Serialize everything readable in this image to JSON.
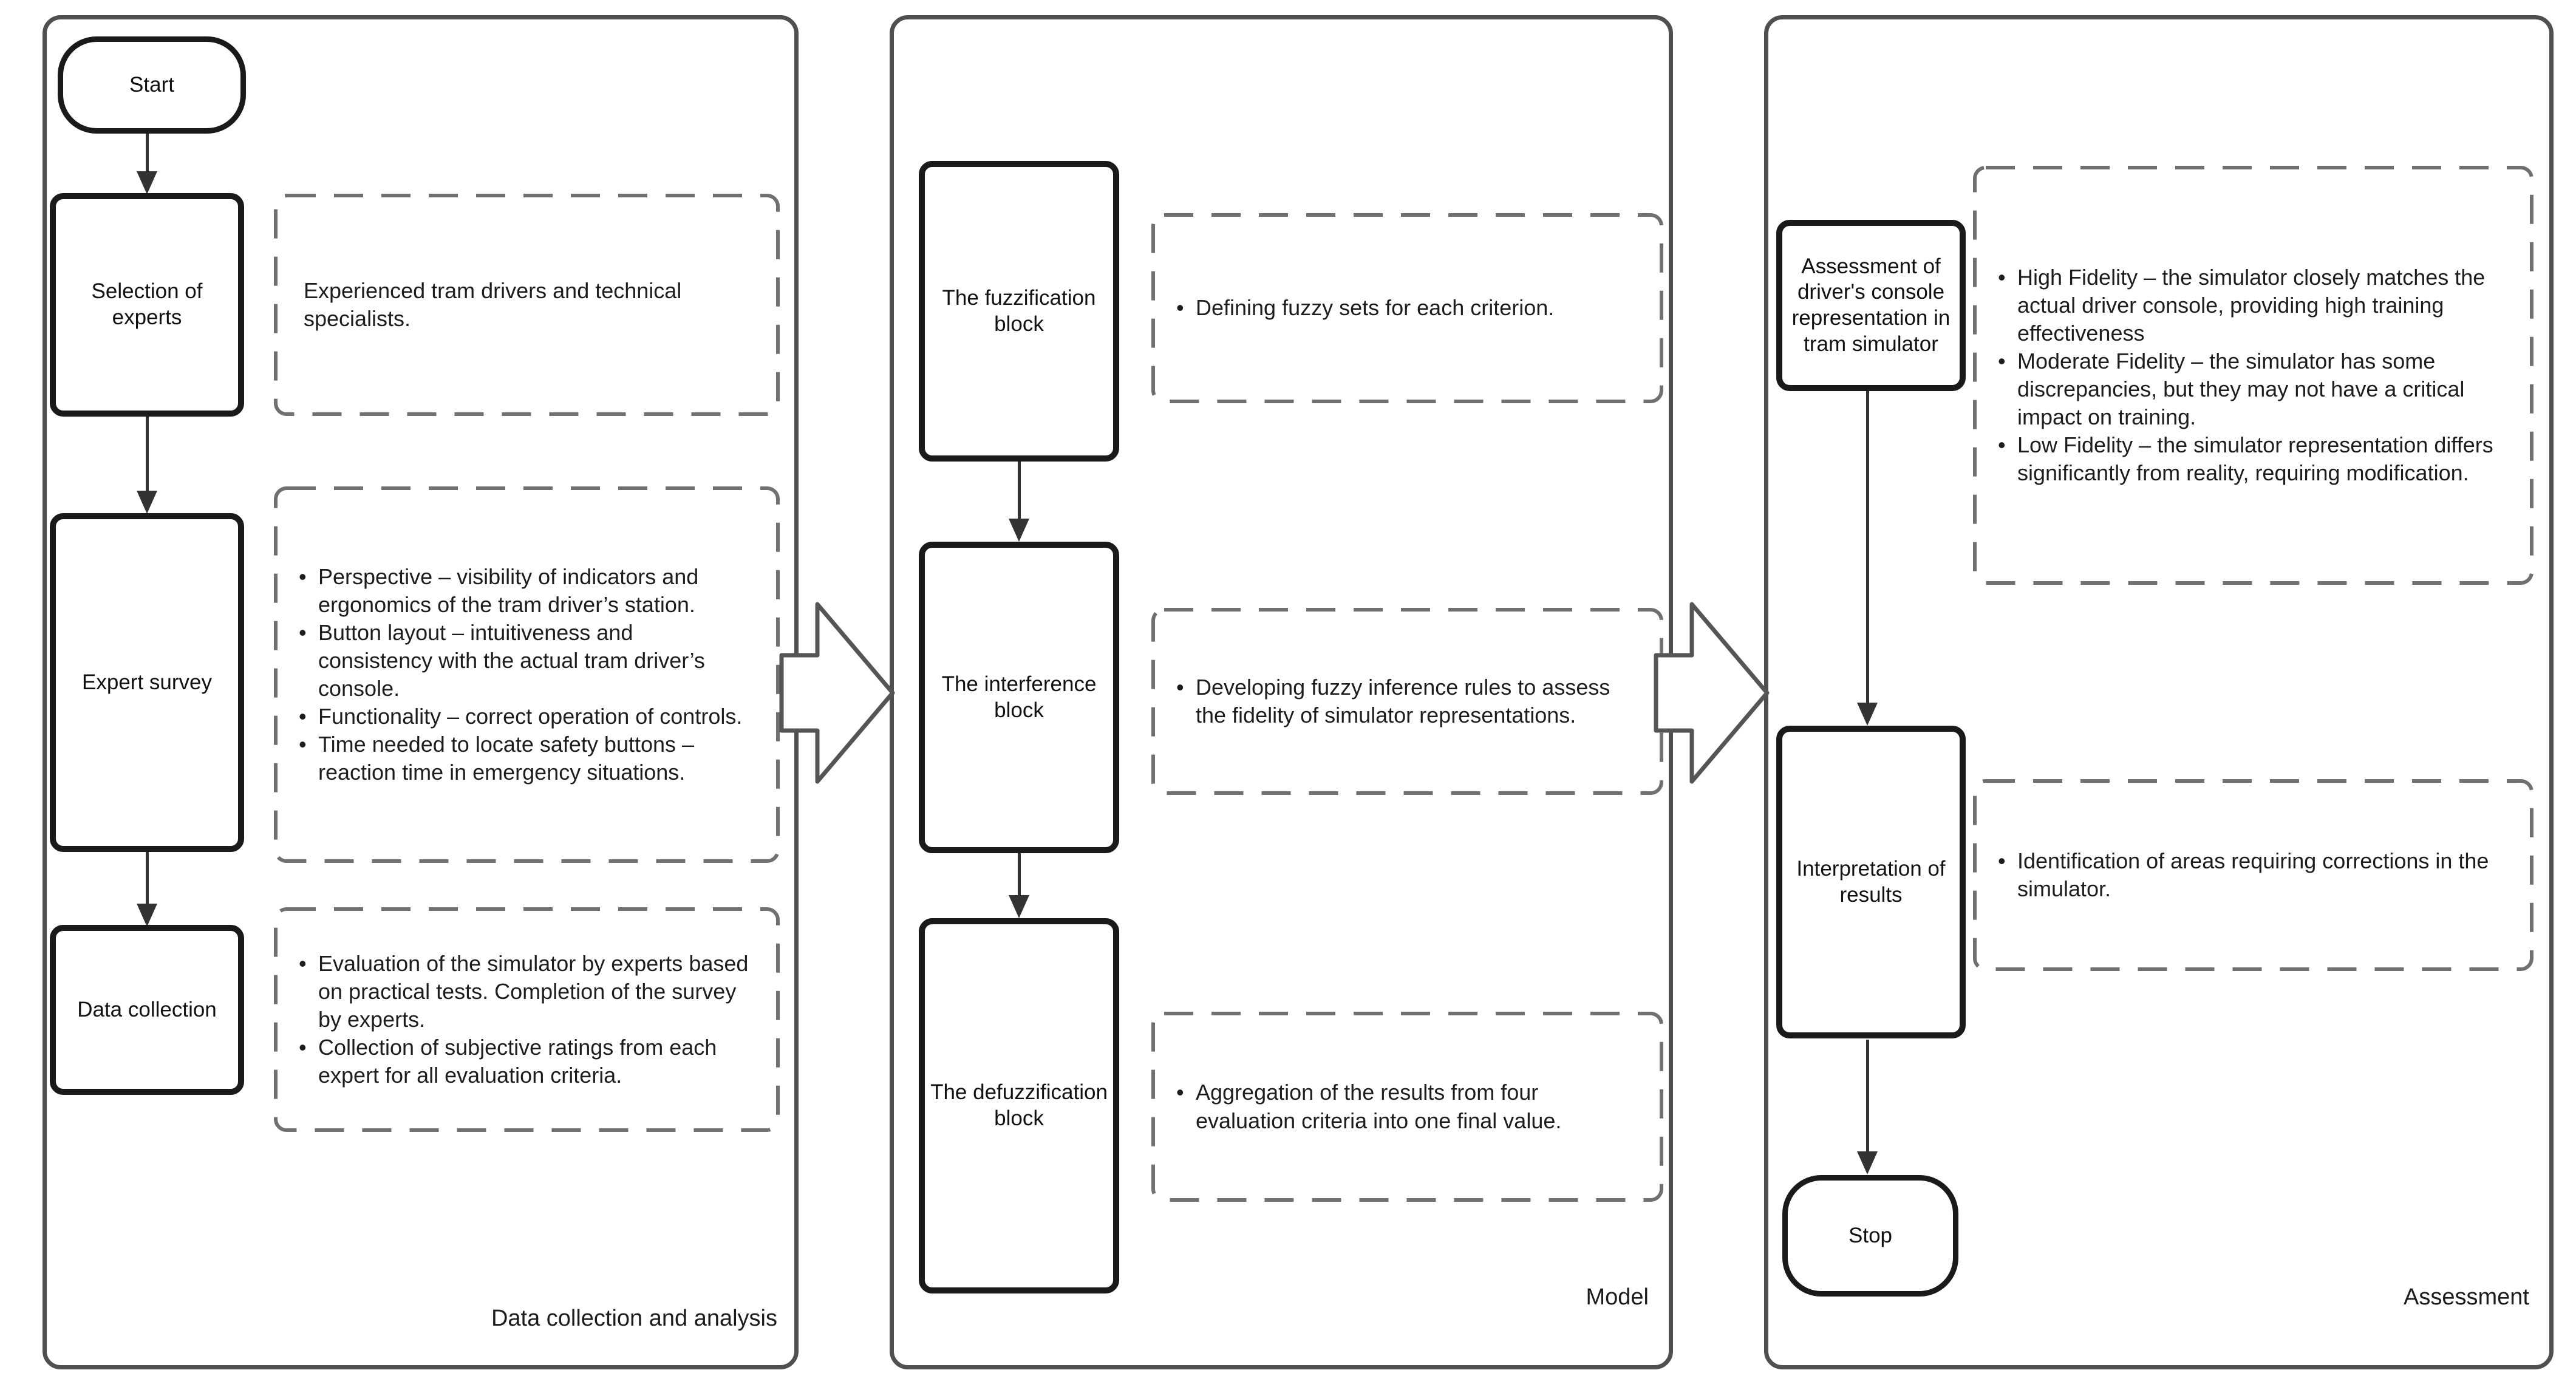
{
  "colors": {
    "background": "#ffffff",
    "panel_border": "#4f4f4f",
    "node_border": "#1a1a1a",
    "dashed_border": "#707070",
    "arrow": "#333333",
    "text": "#1d1d1d"
  },
  "panels": {
    "data_collection": {
      "caption": "Data collection and analysis",
      "start_label": "Start",
      "selection": {
        "label": "Selection of experts",
        "note": "Experienced tram drivers and technical specialists."
      },
      "survey": {
        "label": "Expert survey",
        "bullets": [
          "Perspective – visibility of indicators and ergonomics of the tram driver’s station.",
          "Button layout – intuitiveness and consistency with the actual tram driver’s console.",
          "Functionality – correct operation of controls.",
          "Time needed to locate safety buttons – reaction time in emergency situations."
        ]
      },
      "collection": {
        "label": "Data collection",
        "bullets": [
          "Evaluation of the simulator by experts based on practical tests. Completion of the survey by experts.",
          "Collection of subjective ratings from each expert for all evaluation criteria."
        ]
      }
    },
    "model": {
      "caption": "Model",
      "fuzzification": {
        "label": "The fuzzification block",
        "bullets": [
          "Defining fuzzy sets for each criterion."
        ]
      },
      "inference": {
        "label": "The interference block",
        "bullets": [
          "Developing fuzzy inference rules to assess the fidelity of simulator representations."
        ]
      },
      "defuzzification": {
        "label": "The defuzzification block",
        "bullets": [
          "Aggregation of the results from four evaluation criteria into one final value."
        ]
      }
    },
    "assessment": {
      "caption": "Assessment",
      "console": {
        "label": "Assessment of driver's console representation in tram simulator",
        "bullets": [
          "High Fidelity – the simulator closely matches the actual driver console, providing high training effectiveness",
          "Moderate Fidelity – the simulator has some discrepancies, but they may not have a critical impact on training.",
          "Low Fidelity – the simulator representation differs significantly from reality, requiring modification."
        ]
      },
      "interpretation": {
        "label": "Interpretation of results",
        "bullets": [
          "Identification of areas requiring corrections in the simulator."
        ]
      },
      "stop_label": "Stop"
    }
  }
}
